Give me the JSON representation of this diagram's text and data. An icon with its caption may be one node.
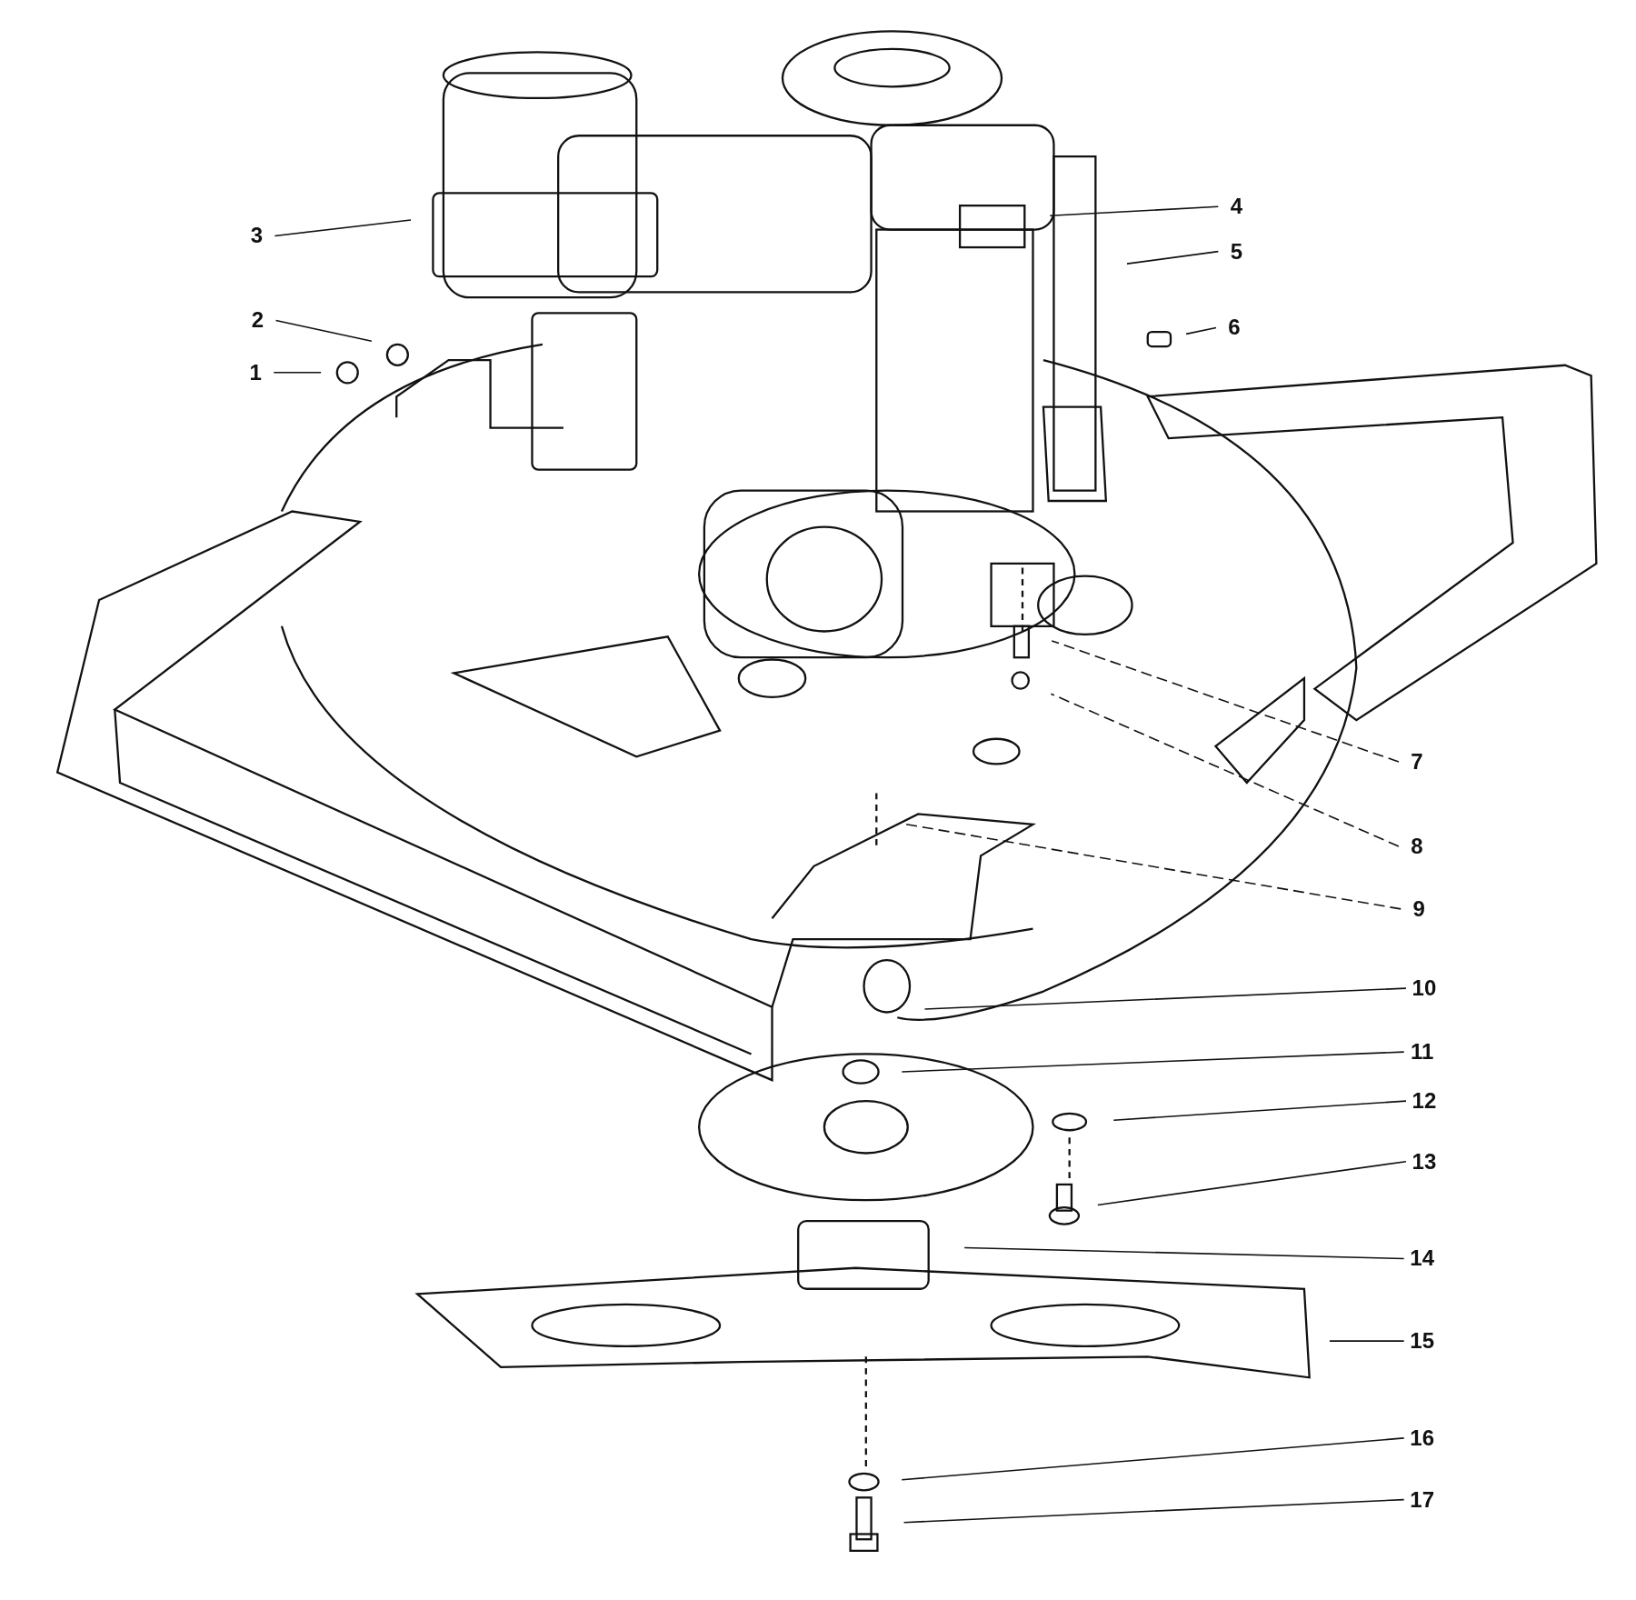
{
  "diagram": {
    "nodes": [
      {
        "text": [
          "1"
        ]
      },
      {
        "text": [
          "2"
        ]
      },
      {
        "text": [
          "3"
        ]
      },
      {
        "text": [
          "4"
        ]
      },
      {
        "text": [
          "5"
        ]
      },
      {
        "text": [
          "6"
        ]
      },
      {
        "text": [
          "7"
        ]
      },
      {
        "text": [
          "8"
        ]
      },
      {
        "text": [
          "9"
        ]
      },
      {
        "text": [
          "10"
        ]
      },
      {
        "text": [
          "11"
        ]
      },
      {
        "text": [
          "12"
        ]
      },
      {
        "text": [
          "13"
        ]
      },
      {
        "text": [
          "14"
        ]
      },
      {
        "text": [
          "15"
        ]
      },
      {
        "text": [
          "16"
        ]
      },
      {
        "text": [
          "17"
        ]
      }
    ],
    "edges": [
      {
        "from": 0,
        "to": null,
        "arrow": "none"
      },
      {
        "from": 1,
        "to": null,
        "arrow": "none"
      },
      {
        "from": 2,
        "to": null,
        "arrow": "none"
      },
      {
        "from": 3,
        "to": null,
        "arrow": "none"
      },
      {
        "from": 4,
        "to": null,
        "arrow": "none"
      },
      {
        "from": 5,
        "to": null,
        "arrow": "none"
      },
      {
        "from": 6,
        "to": null,
        "arrow": "none",
        "style": "dashed"
      },
      {
        "from": 7,
        "to": null,
        "arrow": "none",
        "style": "dashed"
      },
      {
        "from": 8,
        "to": null,
        "arrow": "none",
        "style": "dashed"
      },
      {
        "from": 9,
        "to": null,
        "arrow": "none"
      },
      {
        "from": 10,
        "to": null,
        "arrow": "none"
      },
      {
        "from": 11,
        "to": null,
        "arrow": "none"
      },
      {
        "from": 12,
        "to": null,
        "arrow": "none"
      },
      {
        "from": 13,
        "to": null,
        "arrow": "none"
      },
      {
        "from": 14,
        "to": null,
        "arrow": "none"
      },
      {
        "from": 15,
        "to": null,
        "arrow": "none"
      },
      {
        "from": 16,
        "to": null,
        "arrow": "none"
      }
    ]
  }
}
